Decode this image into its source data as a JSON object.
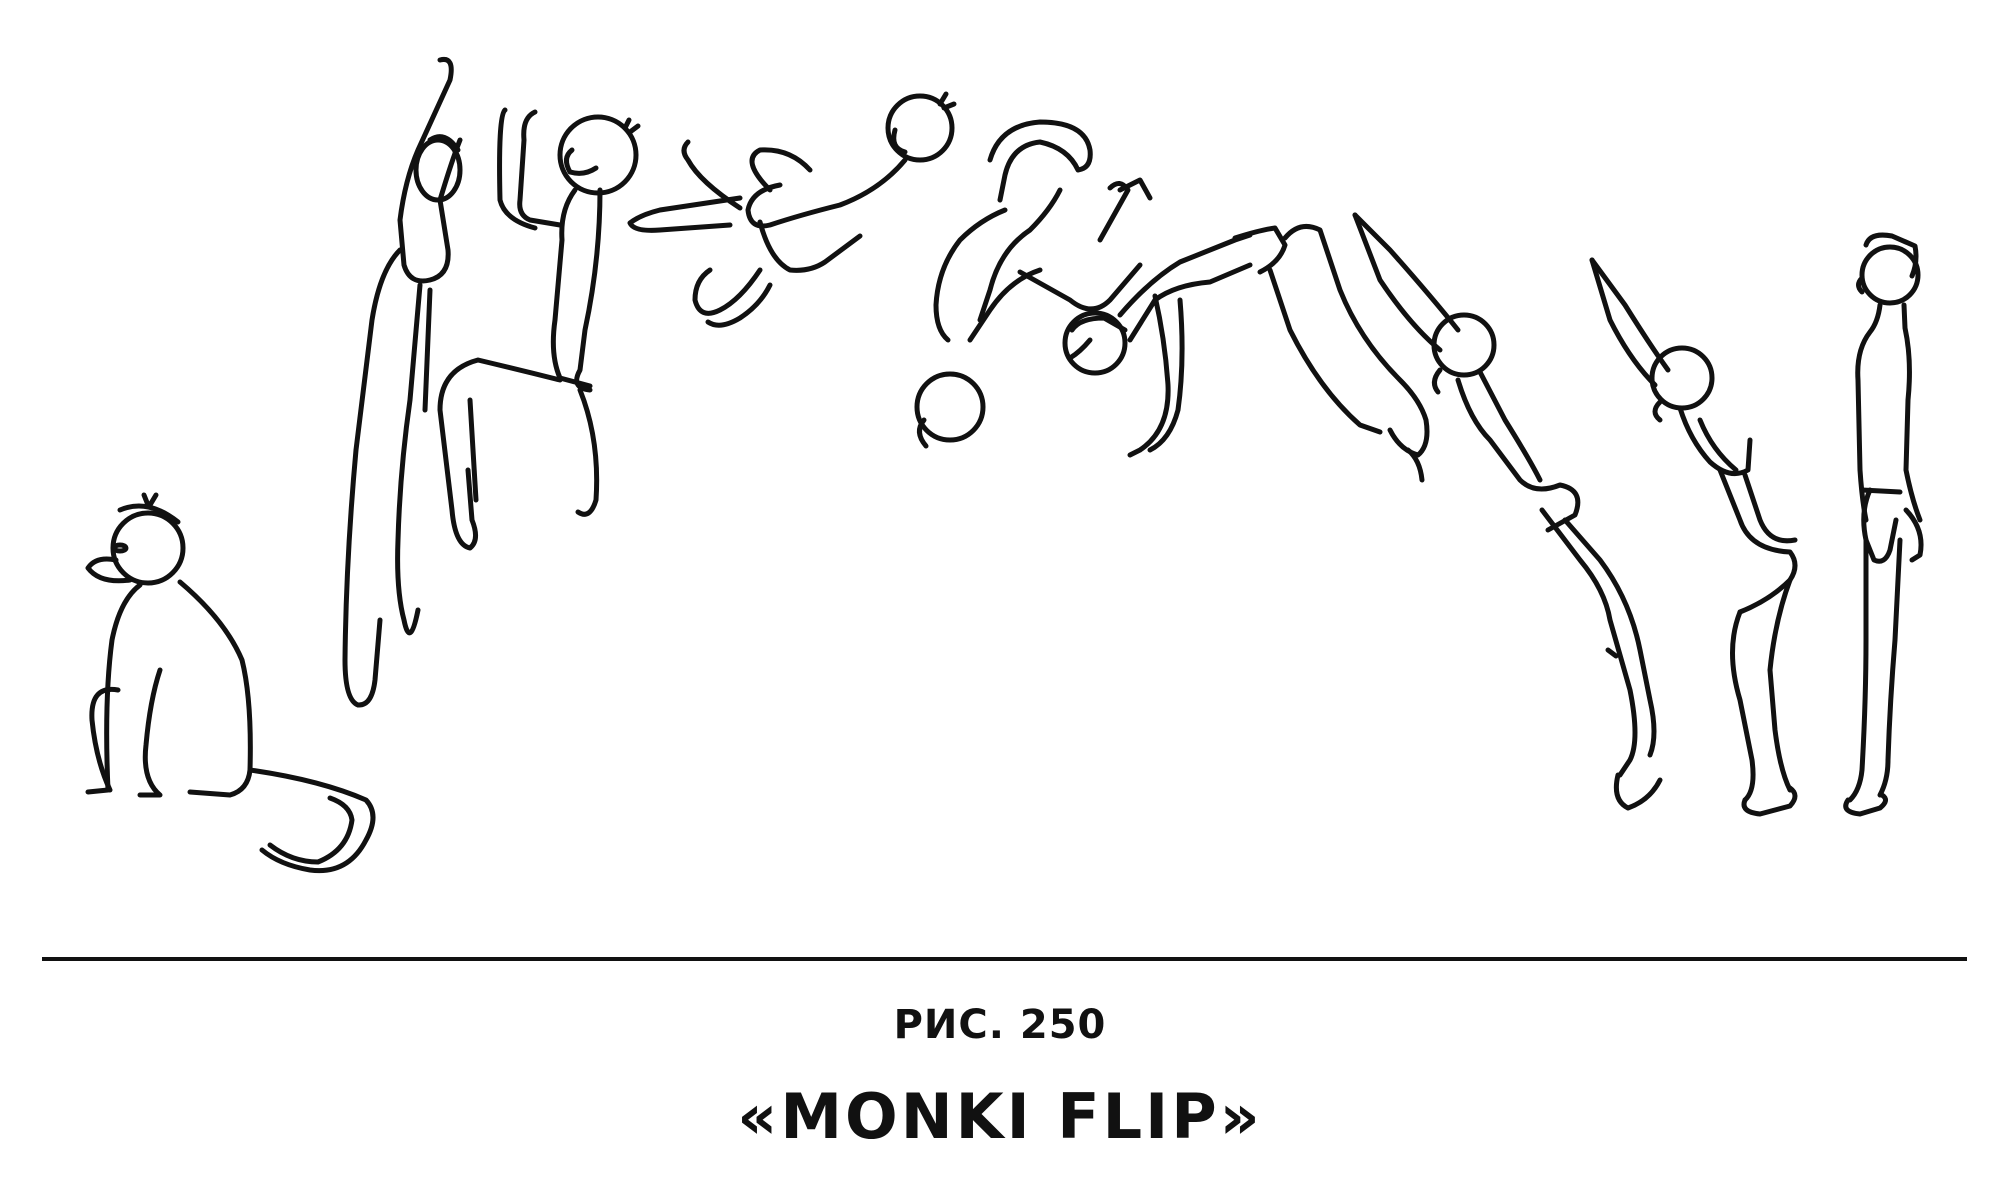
{
  "figure": {
    "number": "РИС. 250",
    "title": "«MONKI FLIP»"
  },
  "figures": [
    {
      "name": "monkey-sitting"
    },
    {
      "name": "monkey-stretched-jump"
    },
    {
      "name": "monkey-tucked-rise"
    },
    {
      "name": "monkey-horizontal-layout"
    },
    {
      "name": "monkey-inverted"
    },
    {
      "name": "acrobat-handstand-arch"
    },
    {
      "name": "acrobat-diving-landing"
    },
    {
      "name": "acrobat-piked-landing"
    },
    {
      "name": "acrobat-standing"
    }
  ],
  "colors": {
    "ink": "#111111",
    "background": "#ffffff"
  }
}
